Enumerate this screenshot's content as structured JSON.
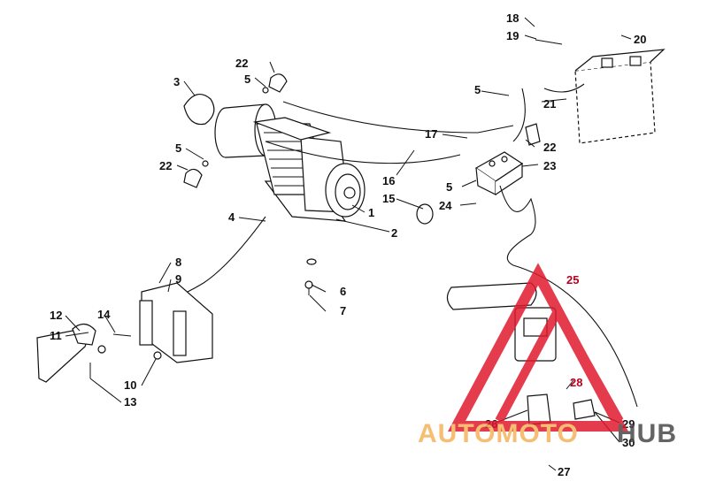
{
  "diagram": {
    "callouts": [
      {
        "id": "c1",
        "label": "1"
      },
      {
        "id": "c2",
        "label": "2"
      },
      {
        "id": "c3",
        "label": "3"
      },
      {
        "id": "c4",
        "label": "4"
      },
      {
        "id": "c5a",
        "label": "5"
      },
      {
        "id": "c5b",
        "label": "5"
      },
      {
        "id": "c5c",
        "label": "5"
      },
      {
        "id": "c5d",
        "label": "5"
      },
      {
        "id": "c6",
        "label": "6"
      },
      {
        "id": "c7",
        "label": "7"
      },
      {
        "id": "c8",
        "label": "8"
      },
      {
        "id": "c9",
        "label": "9"
      },
      {
        "id": "c10",
        "label": "10"
      },
      {
        "id": "c11",
        "label": "11"
      },
      {
        "id": "c12",
        "label": "12"
      },
      {
        "id": "c13",
        "label": "13"
      },
      {
        "id": "c14",
        "label": "14"
      },
      {
        "id": "c15",
        "label": "15"
      },
      {
        "id": "c16",
        "label": "16"
      },
      {
        "id": "c17",
        "label": "17"
      },
      {
        "id": "c18",
        "label": "18"
      },
      {
        "id": "c19",
        "label": "19"
      },
      {
        "id": "c20",
        "label": "20"
      },
      {
        "id": "c21",
        "label": "21"
      },
      {
        "id": "c22a",
        "label": "22"
      },
      {
        "id": "c22b",
        "label": "22"
      },
      {
        "id": "c22c",
        "label": "22"
      },
      {
        "id": "c23",
        "label": "23"
      },
      {
        "id": "c24",
        "label": "24"
      },
      {
        "id": "c25",
        "label": "25"
      },
      {
        "id": "c26",
        "label": "26"
      },
      {
        "id": "c27",
        "label": "27"
      },
      {
        "id": "c28",
        "label": "28"
      },
      {
        "id": "c29",
        "label": "29"
      },
      {
        "id": "c30",
        "label": "30"
      }
    ]
  },
  "watermark": {
    "text_part1": "AUTOMOTO",
    "text_part2": "HUB",
    "color_orange": "#f5b35a",
    "color_dark": "#4a4a4a",
    "color_red": "#e0192e"
  }
}
